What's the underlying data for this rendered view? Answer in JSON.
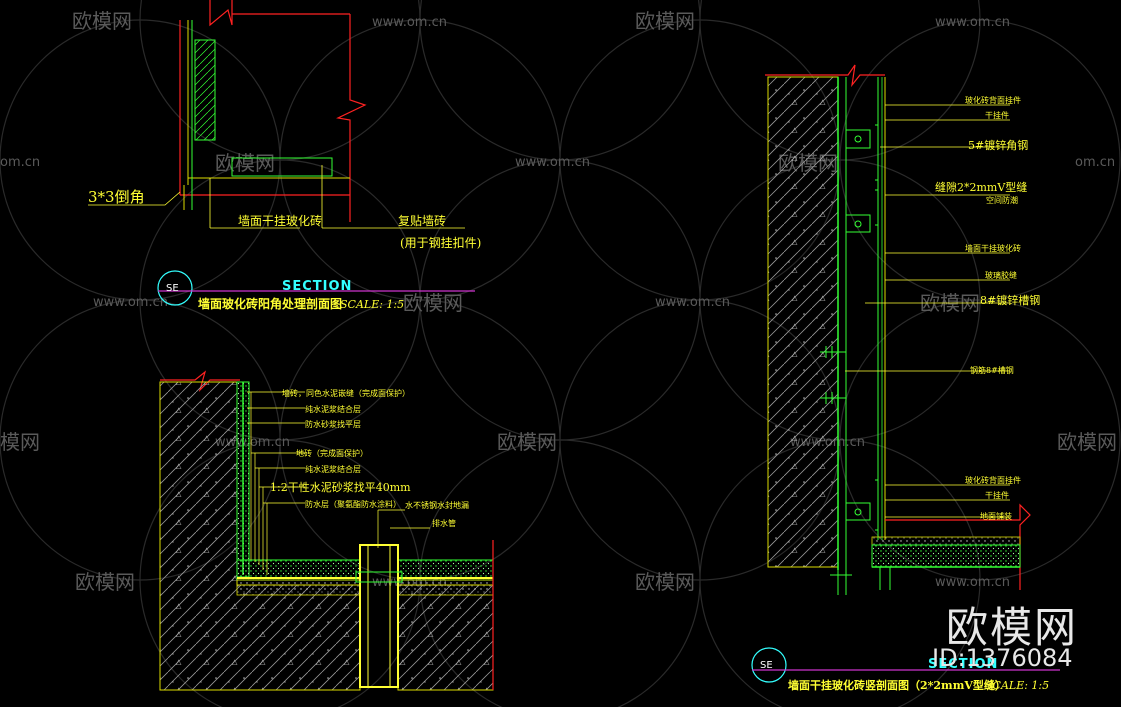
{
  "watermarks": {
    "site": "www.om.cn",
    "brand": "欧模网",
    "site_short": "om.cn",
    "brand_cut": "模网"
  },
  "logo": {
    "brand": "欧模网",
    "id_label": "ID:1376084"
  },
  "detail_top_left": {
    "label_corner_angle": "3*3倒角",
    "label_wall_tile": "墙面干挂玻化砖",
    "label_composite_line1": "复贴墙砖",
    "label_composite_line2": "(用于钢挂扣件)",
    "badge": "SE",
    "section_word": "SECTION",
    "title": "墙面玻化砖阳角处理剖面图",
    "scale": "SCALE: 1:5"
  },
  "detail_bottom_left": {
    "callouts": [
      "墙砖，同色水泥嵌缝（完成面保护）",
      "纯水泥浆结合层",
      "防水砂浆找平层",
      "地砖（完成面保护）",
      "纯水泥浆结合层",
      "1:2干性水泥砂浆找平40mm",
      "防水层（聚氨酯防水涂料）",
      "水不锈钢水封地漏",
      "排水管"
    ]
  },
  "detail_right": {
    "callouts": [
      "玻化砖背面挂件",
      "干挂件",
      "5#镀锌角钢",
      "缝隙2*2mmV型缝",
      "空间防潮",
      "墙面干挂玻化砖",
      "玻璃胶缝",
      "8#镀锌槽钢",
      "钢筋8#槽钢",
      "玻化砖背面挂件",
      "干挂件",
      "地面铺装"
    ],
    "badge": "SE",
    "section_word": "SECTION",
    "title": "墙面干挂玻化砖竖剖面图（2*2mmV型缝）",
    "scale": "SCALE: 1:5"
  }
}
